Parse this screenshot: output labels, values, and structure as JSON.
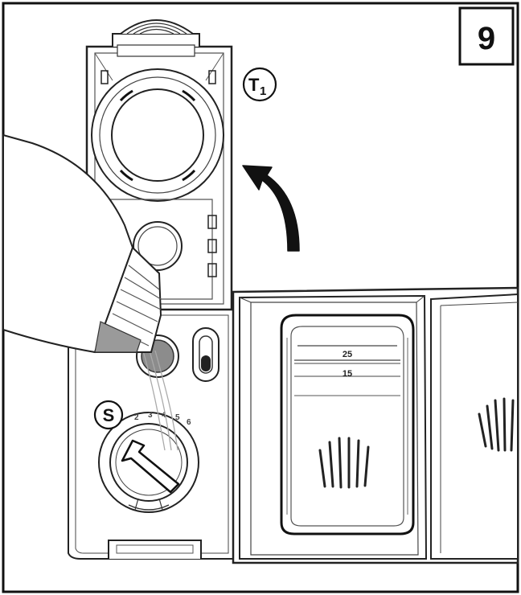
{
  "figure": {
    "step_number": "9",
    "callouts": {
      "t1_letter": "T",
      "t1_subscript": "1",
      "s_letter": "S"
    },
    "regulator_marks": [
      "2",
      "3",
      "4",
      "5",
      "6"
    ],
    "detergent_levels": [
      "25",
      "15"
    ]
  }
}
